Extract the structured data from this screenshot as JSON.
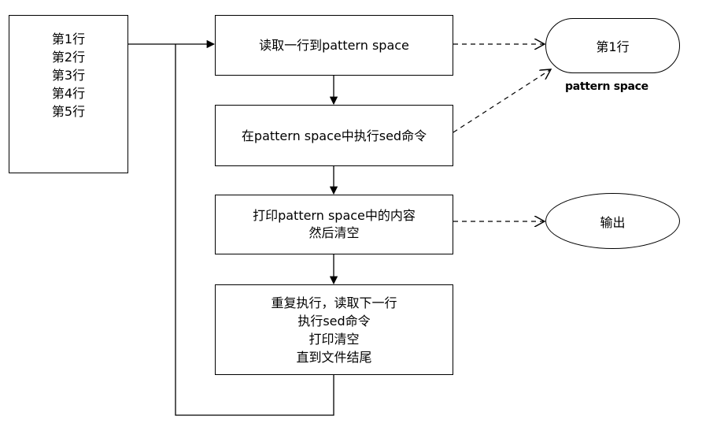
{
  "input_file": {
    "lines": [
      "第1行",
      "第2行",
      "第3行",
      "第4行",
      "第5行"
    ]
  },
  "steps": [
    {
      "lines": [
        "读取一行到pattern space"
      ]
    },
    {
      "lines": [
        "在pattern space中执行sed命令"
      ]
    },
    {
      "lines": [
        "打印pattern space中的内容",
        "然后清空"
      ]
    },
    {
      "lines": [
        "重复执行，读取下一行",
        "执行sed命令",
        "打印清空",
        "直到文件结尾"
      ]
    }
  ],
  "pattern_space": {
    "content": "第1行",
    "label": "pattern space"
  },
  "output": {
    "label": "输出"
  }
}
